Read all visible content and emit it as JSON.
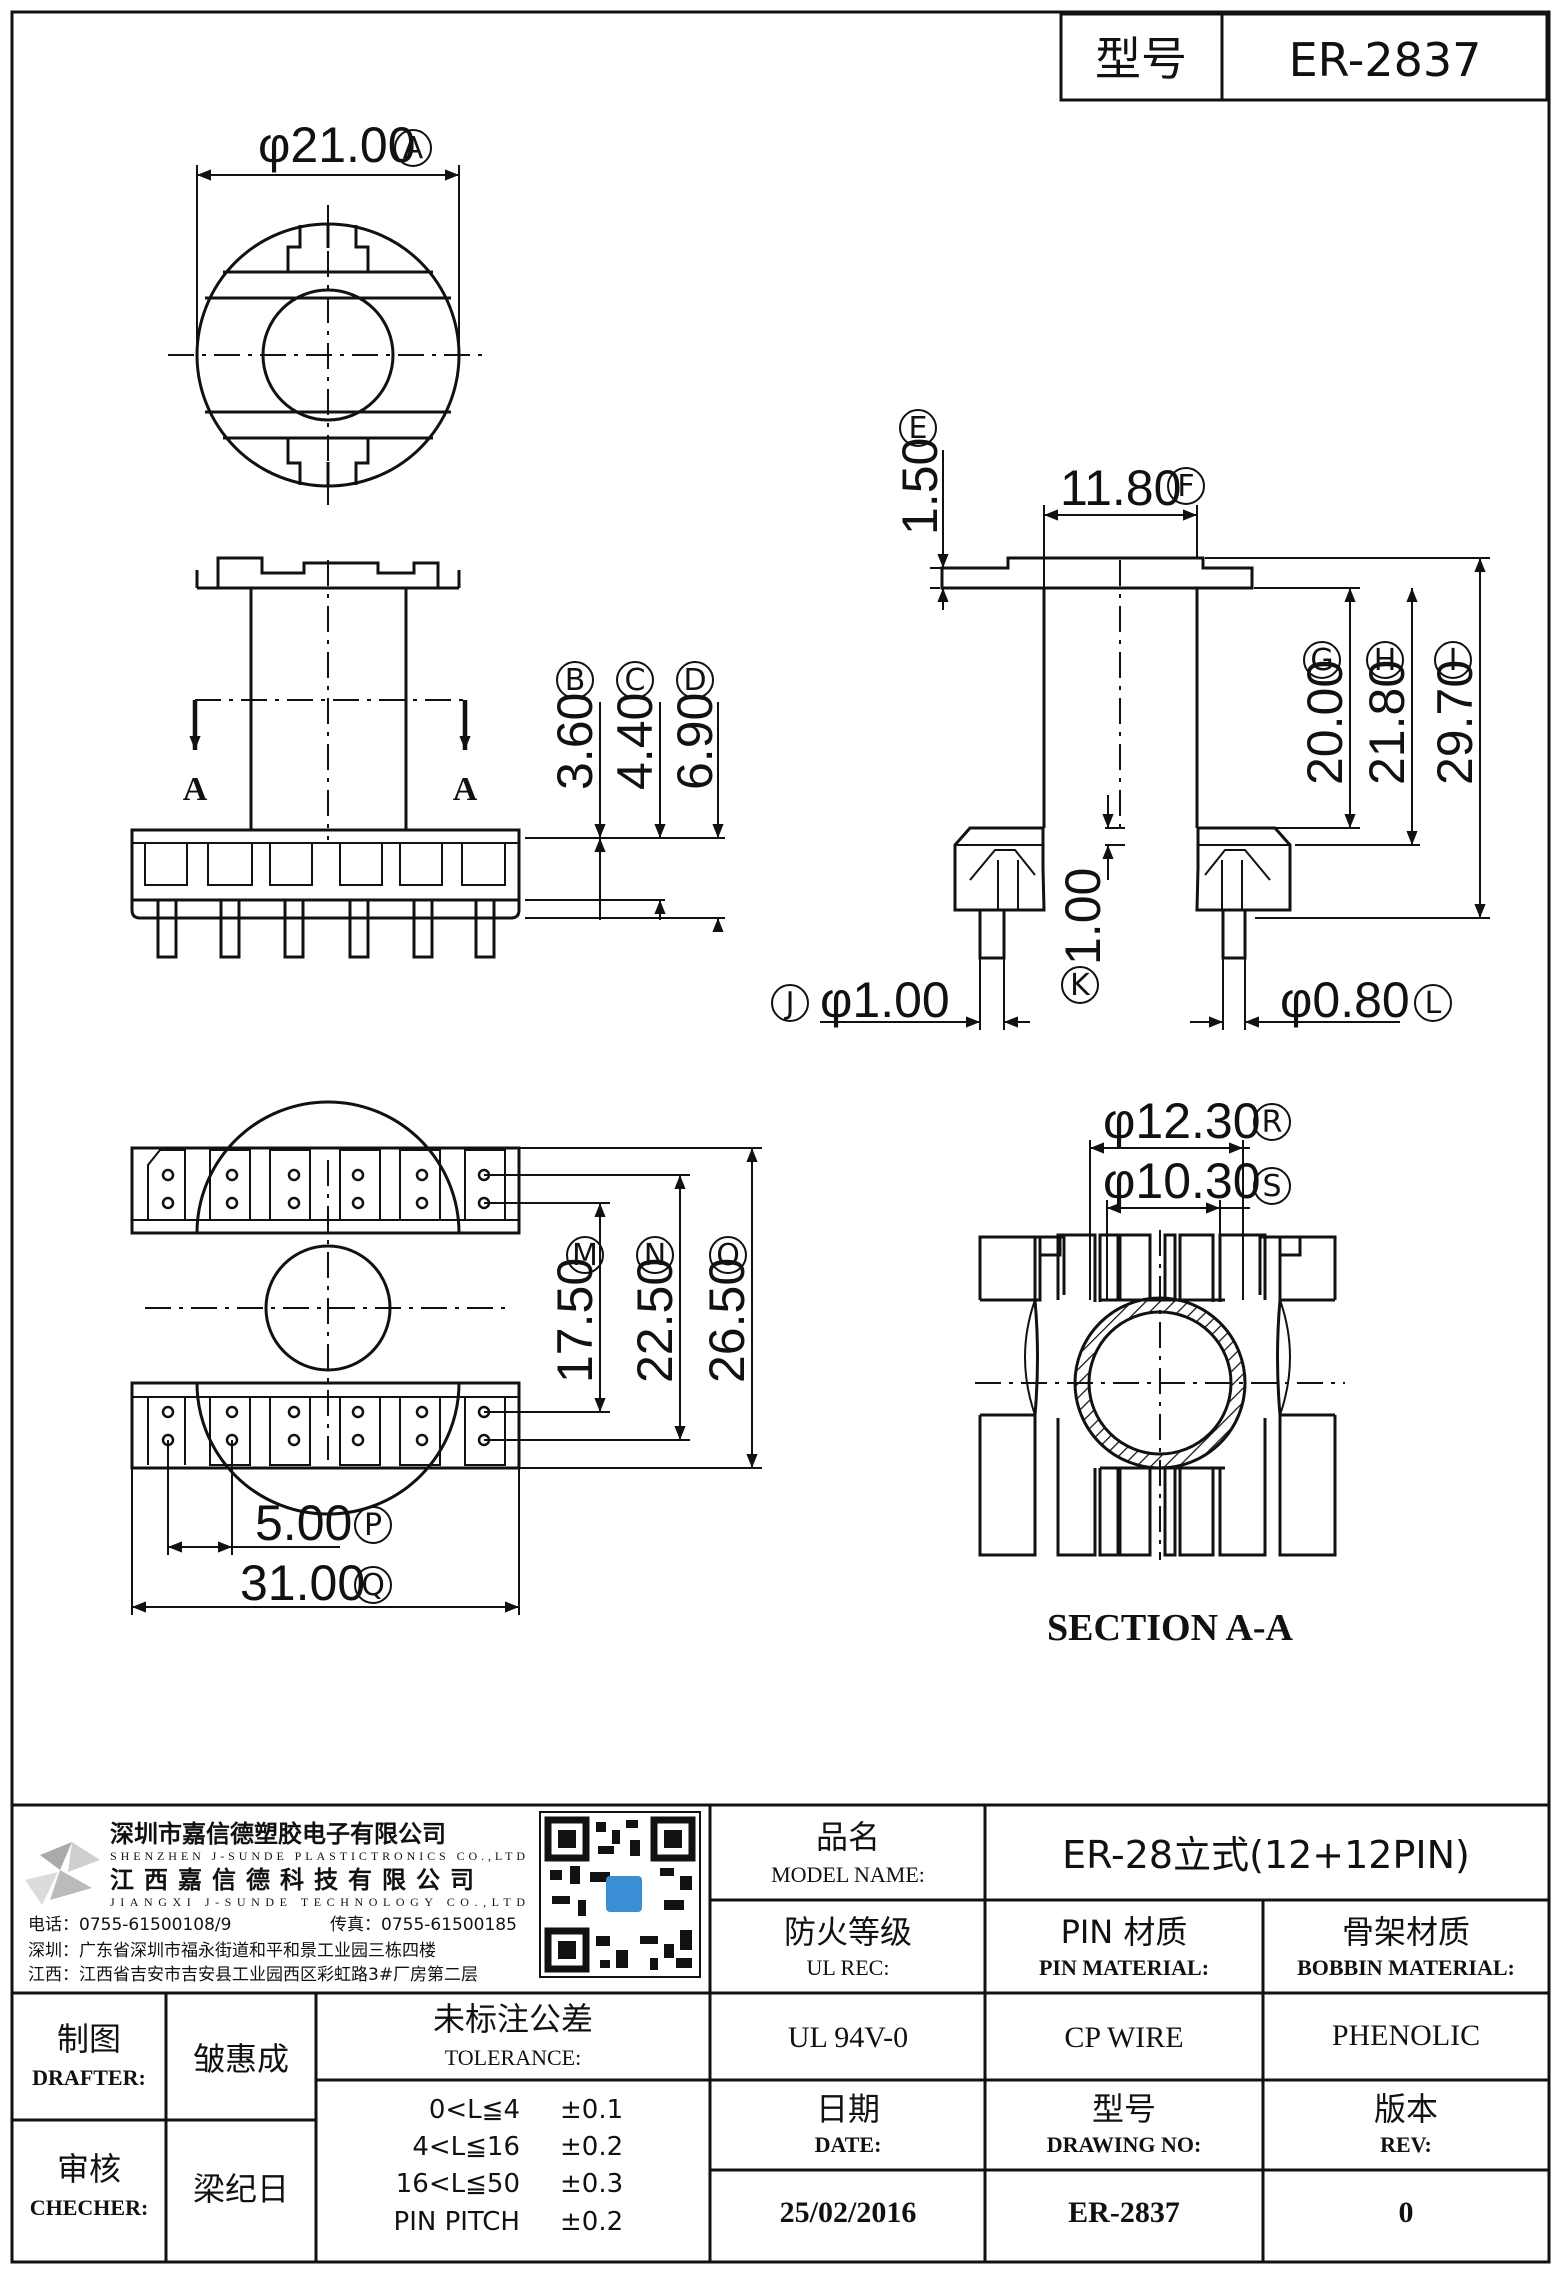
{
  "header": {
    "label_model": "型号",
    "model": "ER-2837"
  },
  "dimensions": {
    "A": {
      "value": "φ21.00",
      "letter": "A"
    },
    "B": {
      "value": "3.60",
      "letter": "B"
    },
    "C": {
      "value": "4.40",
      "letter": "C"
    },
    "D": {
      "value": "6.90",
      "letter": "D"
    },
    "E": {
      "value": "1.50",
      "letter": "E"
    },
    "F": {
      "value": "11.80",
      "letter": "F"
    },
    "G": {
      "value": "20.00",
      "letter": "G"
    },
    "H": {
      "value": "21.80",
      "letter": "H"
    },
    "I": {
      "value": "29.70",
      "letter": "I"
    },
    "J": {
      "value": "φ1.00",
      "letter": "J"
    },
    "K": {
      "value": "1.00",
      "letter": "K"
    },
    "L": {
      "value": "φ0.80",
      "letter": "L"
    },
    "M": {
      "value": "17.50",
      "letter": "M"
    },
    "N": {
      "value": "22.50",
      "letter": "N"
    },
    "O": {
      "value": "26.50",
      "letter": "O"
    },
    "P": {
      "value": "5.00",
      "letter": "P"
    },
    "Q": {
      "value": "31.00",
      "letter": "Q"
    },
    "R": {
      "value": "φ12.30",
      "letter": "R"
    },
    "S": {
      "value": "φ10.30",
      "letter": "S"
    }
  },
  "section_mark": "A",
  "section_title": "SECTION A-A",
  "company": {
    "name_sz": "深圳市嘉信德塑胶电子有限公司",
    "name_sz_en": "SHENZHEN J-SUNDE PLASTICTRONICS CO.,LTD",
    "name_jx": "江西嘉信德科技有限公司",
    "name_jx_en": "JIANGXI J-SUNDE TECHNOLOGY CO.,LTD",
    "tel": "电话：0755-61500108/9",
    "fax": "传真：0755-61500185",
    "addr_sz": "深圳：广东省深圳市福永街道和平和景工业园三栋四楼",
    "addr_jx": "江西：江西省吉安市吉安县工业园西区彩虹路3#厂房第二层"
  },
  "title_block": {
    "model_name_cn": "品名",
    "model_name_en": "MODEL NAME:",
    "model_name_value": "ER-28立式(12+12PIN)",
    "ul_cn": "防火等级",
    "ul_en": "UL REC:",
    "ul_value": "UL 94V-0",
    "pin_cn": "PIN 材质",
    "pin_en": "PIN MATERIAL:",
    "pin_value": "CP WIRE",
    "bobbin_cn": "骨架材质",
    "bobbin_en": "BOBBIN MATERIAL:",
    "bobbin_value": "PHENOLIC",
    "drafter_cn": "制图",
    "drafter_en": "DRAFTER:",
    "drafter_value": "皱惠成",
    "checker_cn": "审核",
    "checker_en": "CHECHER:",
    "checker_value": "梁纪日",
    "tol_cn": "未标注公差",
    "tol_en": "TOLERANCE:",
    "tolerances": [
      {
        "range": "0<L≦4",
        "value": "±0.1"
      },
      {
        "range": "4<L≦16",
        "value": "±0.2"
      },
      {
        "range": "16<L≦50",
        "value": "±0.3"
      },
      {
        "range": "PIN PITCH",
        "value": "±0.2"
      }
    ],
    "date_cn": "日期",
    "date_en": "DATE:",
    "date_value": "25/02/2016",
    "drawing_cn": "型号",
    "drawing_en": "DRAWING NO:",
    "drawing_value": "ER-2837",
    "rev_cn": "版本",
    "rev_en": "REV:",
    "rev_value": "0"
  }
}
